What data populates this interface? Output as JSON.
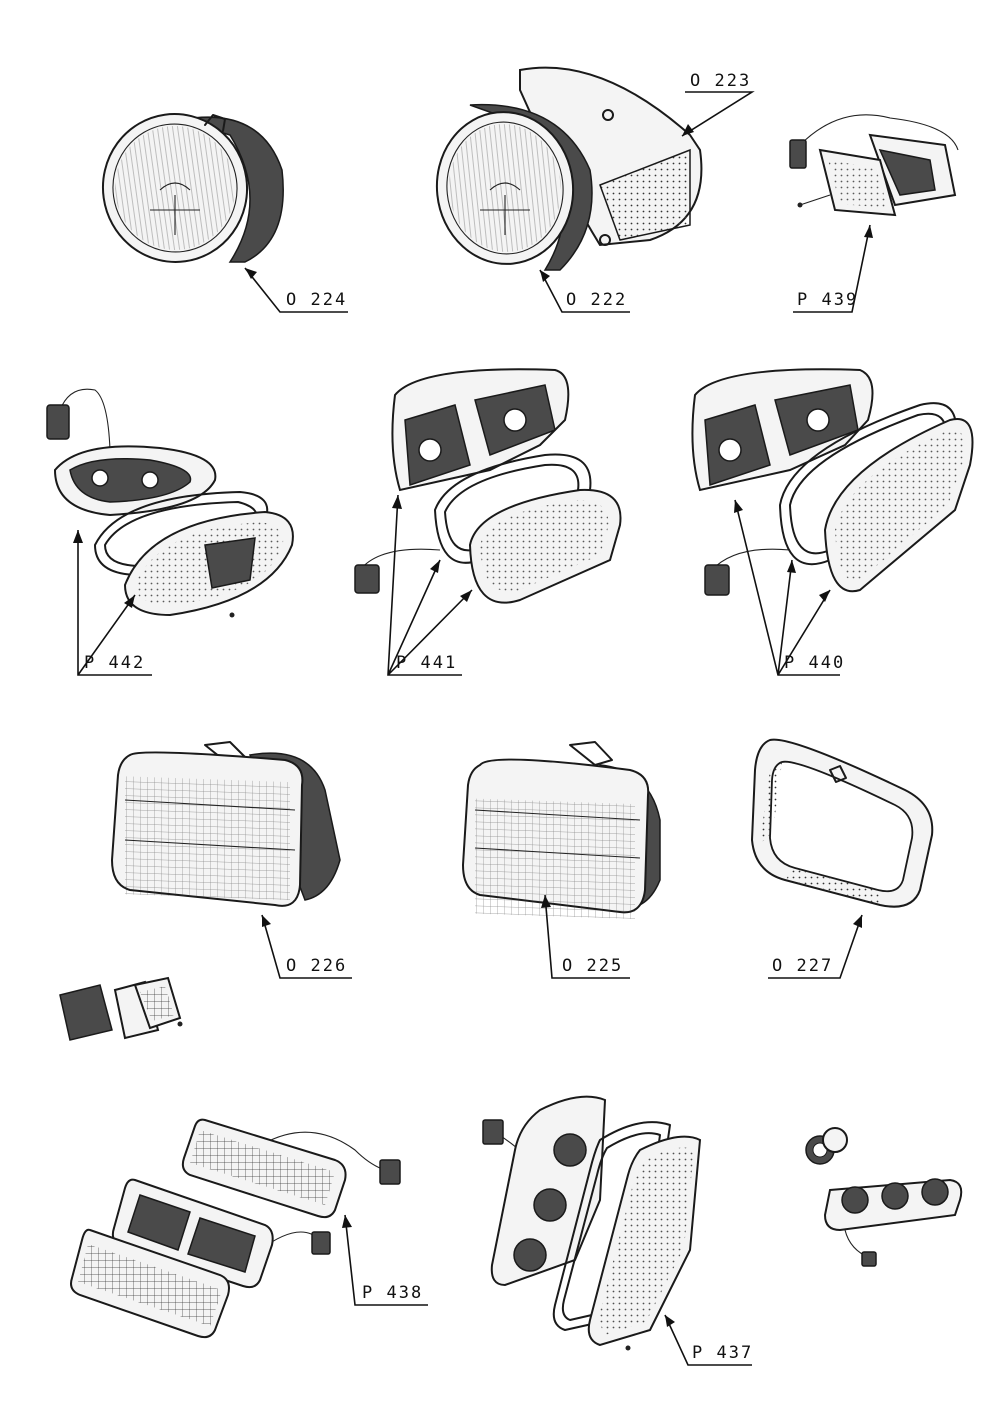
{
  "page": {
    "background": "#ffffff",
    "ink": "#1a1a1a"
  },
  "parts": [
    {
      "id": "0224",
      "ref": "O 224",
      "icon": "oval-headlamp-icon"
    },
    {
      "id": "0222",
      "ref": "O 222",
      "icon": "oval-headlamp-with-housing-icon"
    },
    {
      "id": "0223",
      "ref": "O 223",
      "icon": "headlamp-housing-icon"
    },
    {
      "id": "P439",
      "ref": "P 439",
      "icon": "side-marker-lamp-icon"
    },
    {
      "id": "P442",
      "ref": "P 442",
      "icon": "oval-tail-lamp-exploded-icon"
    },
    {
      "id": "P441",
      "ref": "P 441",
      "icon": "tail-lamp-exploded-icon"
    },
    {
      "id": "P440",
      "ref": "P 440",
      "icon": "tail-lamp-large-exploded-icon"
    },
    {
      "id": "0226",
      "ref": "O 226",
      "icon": "rectangular-headlamp-icon"
    },
    {
      "id": "0225",
      "ref": "O 225",
      "icon": "rectangular-headlamp-icon"
    },
    {
      "id": "0227",
      "ref": "O 227",
      "icon": "headlamp-bezel-icon"
    },
    {
      "id": "P438",
      "ref": "P 438",
      "icon": "front-indicator-exploded-icon"
    },
    {
      "id": "P437",
      "ref": "P 437",
      "icon": "vertical-tail-lamp-exploded-icon"
    }
  ],
  "unlabeled": [
    {
      "icon": "plate-lamp-icon"
    },
    {
      "icon": "bulb-holder-plate-icon"
    }
  ]
}
